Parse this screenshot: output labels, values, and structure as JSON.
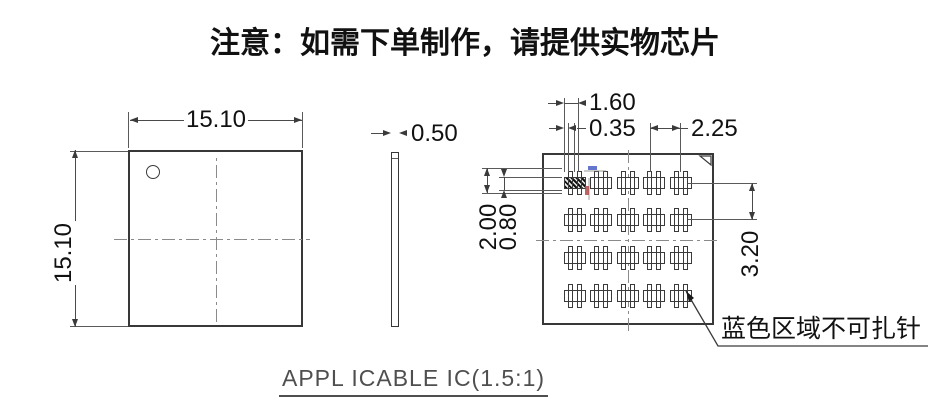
{
  "title": "注意：如需下单制作，请提供实物芯片",
  "caption": "APPL ICABLE IC(1.5:1)",
  "annotation": {
    "text": "蓝色区域不可扎针"
  },
  "dimensions": {
    "plan_width": "15.10",
    "plan_height": "15.10",
    "thickness": "0.50",
    "pad_group_width": "1.60",
    "bar_width": "0.35",
    "column_pitch": "2.25",
    "pad_height": "2.00",
    "pad_center_height": "0.80",
    "row_pitch": "3.20"
  },
  "pad_array": {
    "rows": 4,
    "cols": 5,
    "col_centers": [
      575,
      601,
      628,
      654,
      681
    ],
    "row_centers": [
      183,
      220,
      258,
      296
    ],
    "hatched_pad": {
      "row": 0,
      "col": 0
    }
  },
  "colors": {
    "outline": "#383838",
    "dimension_lines": "#4a4a4a",
    "centerline": "#8a8a8a",
    "text": "#111111",
    "caption_text": "#4f4f4f",
    "hatch": "#141414",
    "micro_dim_blue": "#4a5fc1",
    "micro_dim_red": "#b24a4a"
  }
}
